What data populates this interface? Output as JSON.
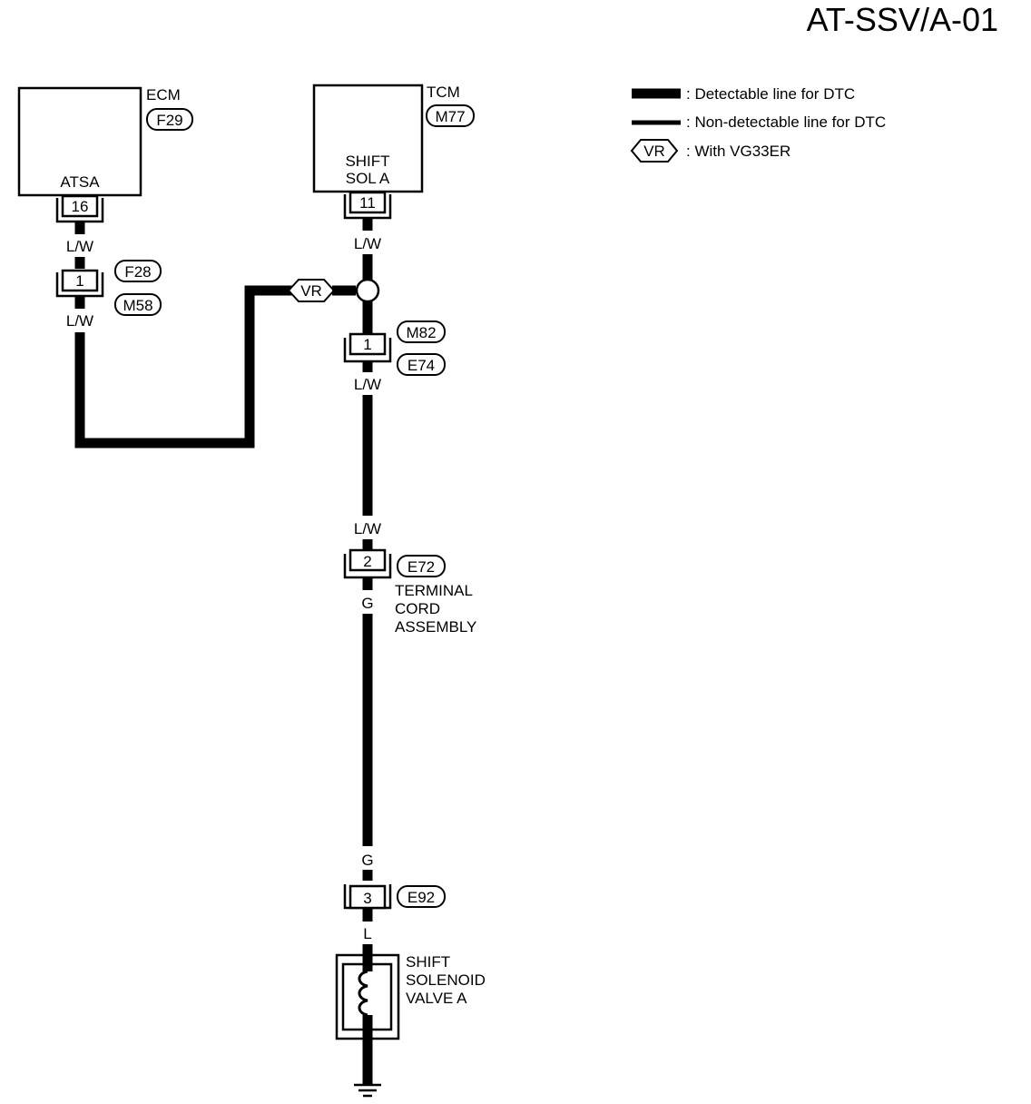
{
  "title": "AT-SSV/A-01",
  "legend": {
    "detectable": ": Detectable line for DTC",
    "non_detectable": ": Non-detectable line for DTC",
    "vr_tag": "VR",
    "vr_text": ": With VG33ER"
  },
  "ecm": {
    "name": "ECM",
    "connector": "F29",
    "terminal_label": "ATSA",
    "pin": "16"
  },
  "tcm": {
    "name": "TCM",
    "connector": "M77",
    "terminal_label_line1": "SHIFT",
    "terminal_label_line2": "SOL A",
    "pin": "11"
  },
  "ecm_branch": {
    "wire_top": "L/W",
    "pin": "1",
    "connector_a": "F28",
    "connector_b": "M58",
    "wire_bottom": "L/W",
    "vr_tag": "VR"
  },
  "main_line": {
    "wire_1": "L/W",
    "joint_pin": "1",
    "joint_conn_a": "M82",
    "joint_conn_b": "E74",
    "wire_2": "L/W",
    "wire_3": "L/W",
    "tc_pin": "2",
    "tc_conn": "E72",
    "tc_name_line1": "TERMINAL",
    "tc_name_line2": "CORD",
    "tc_name_line3": "ASSEMBLY",
    "wire_4": "G",
    "wire_5": "G",
    "sol_pin": "3",
    "sol_conn": "E92",
    "wire_6": "L",
    "sol_name_line1": "SHIFT",
    "sol_name_line2": "SOLENOID",
    "sol_name_line3": "VALVE A"
  }
}
